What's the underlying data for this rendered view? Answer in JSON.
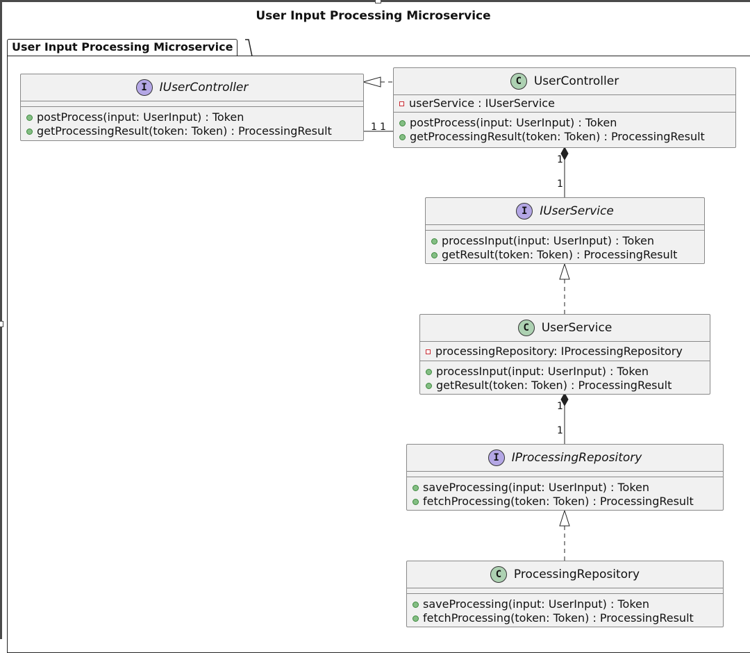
{
  "diagram": {
    "title": "User Input Processing Microservice",
    "package_name": "User Input Processing Microservice"
  },
  "classes": {
    "iusercontroller": {
      "stereotype_letter": "I",
      "kind": "interface",
      "name": "IUserController",
      "attributes": [],
      "methods": [
        "postProcess(input: UserInput) : Token",
        "getProcessingResult(token: Token) : ProcessingResult"
      ]
    },
    "usercontroller": {
      "stereotype_letter": "C",
      "kind": "class",
      "name": "UserController",
      "attributes": [
        "userService : IUserService"
      ],
      "methods": [
        "postProcess(input: UserInput) : Token",
        "getProcessingResult(token: Token) : ProcessingResult"
      ]
    },
    "iuserservice": {
      "stereotype_letter": "I",
      "kind": "interface",
      "name": "IUserService",
      "attributes": [],
      "methods": [
        "processInput(input: UserInput) : Token",
        "getResult(token: Token) : ProcessingResult"
      ]
    },
    "userservice": {
      "stereotype_letter": "C",
      "kind": "class",
      "name": "UserService",
      "attributes": [
        "processingRepository: IProcessingRepository"
      ],
      "methods": [
        "processInput(input: UserInput) : Token",
        "getResult(token: Token) : ProcessingResult"
      ]
    },
    "iprocessingrepository": {
      "stereotype_letter": "I",
      "kind": "interface",
      "name": "IProcessingRepository",
      "attributes": [],
      "methods": [
        "saveProcessing(input: UserInput) : Token",
        "fetchProcessing(token: Token) : ProcessingResult"
      ]
    },
    "processingrepository": {
      "stereotype_letter": "C",
      "kind": "class",
      "name": "ProcessingRepository",
      "attributes": [],
      "methods": [
        "saveProcessing(input: UserInput) : Token",
        "fetchProcessing(token: Token) : ProcessingResult"
      ]
    }
  },
  "multiplicities": {
    "controller_iface_left": "1",
    "controller_iface_right": "1",
    "controller_service_top": "1",
    "controller_service_bottom": "1",
    "service_repo_top": "1",
    "service_repo_bottom": "1"
  },
  "colors": {
    "interface_badge": "#b4a7e5",
    "class_badge": "#add1b2",
    "box_fill": "#f1f1f1",
    "public_marker": "#84be84",
    "private_marker": "#c82930"
  }
}
